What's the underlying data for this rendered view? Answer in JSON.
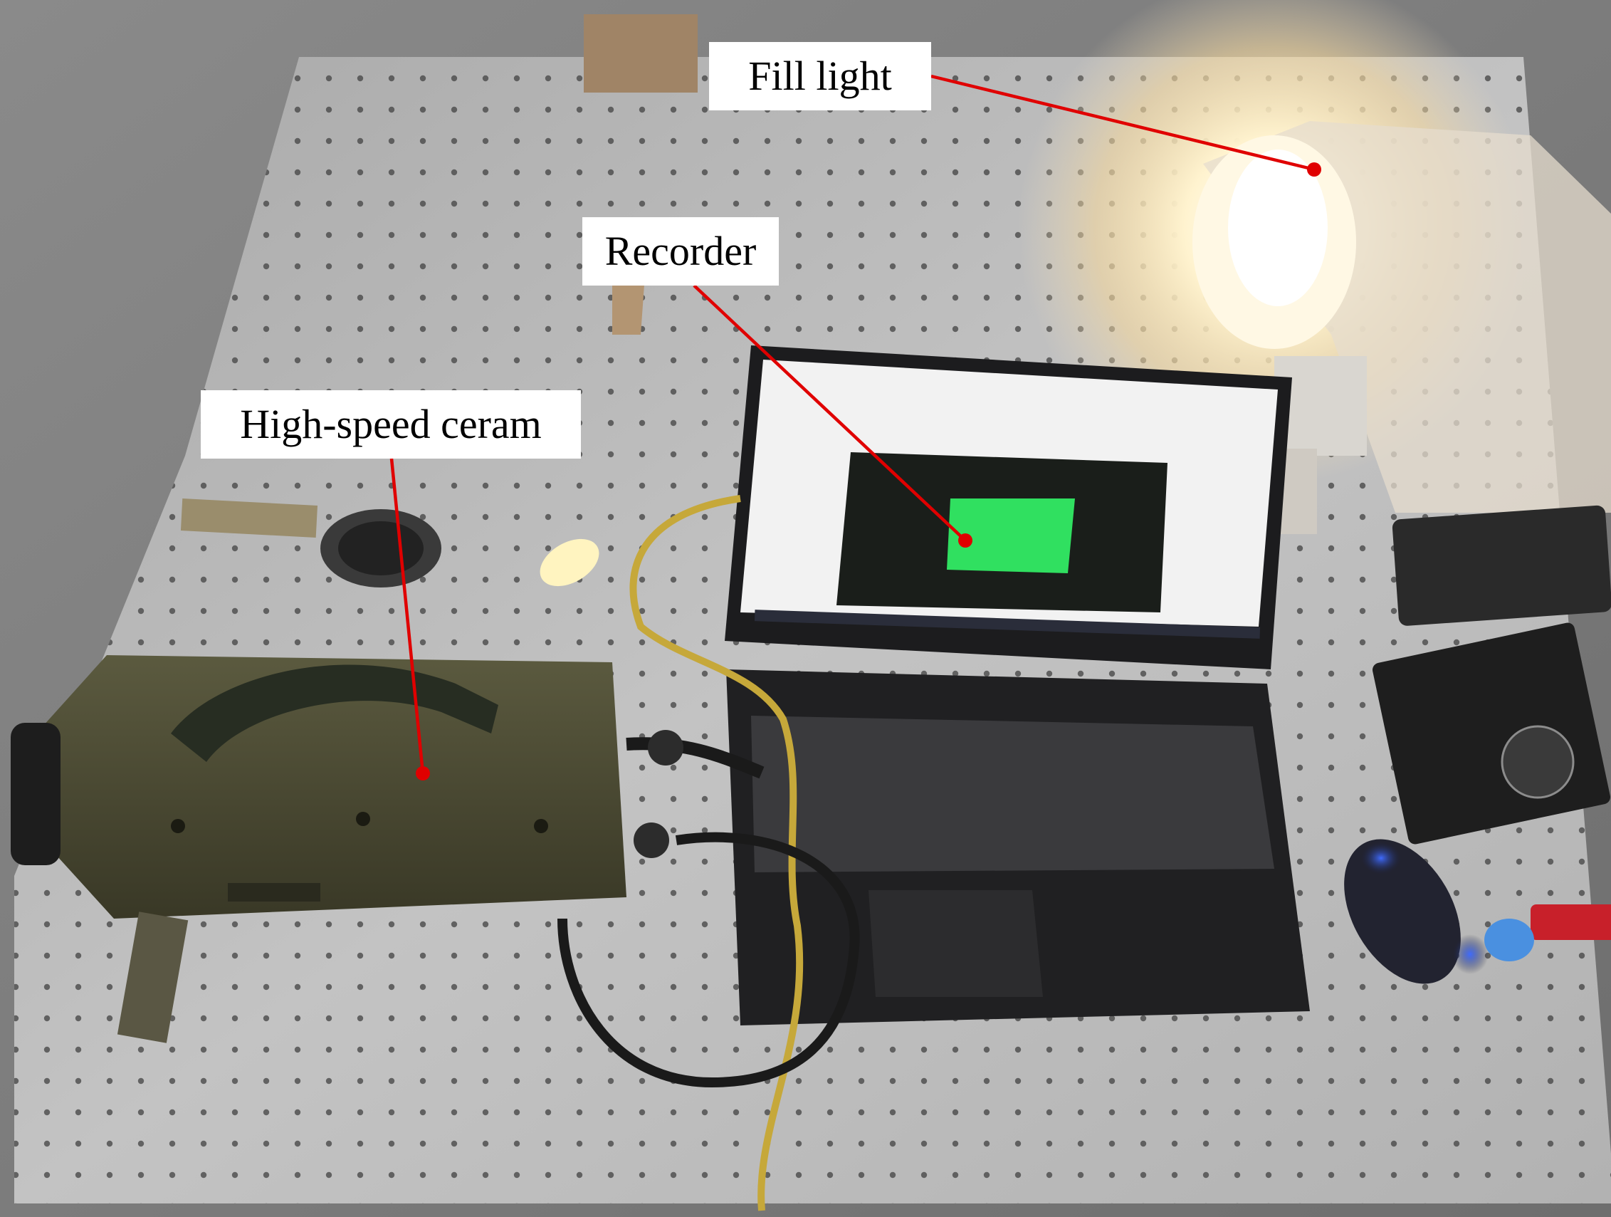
{
  "labels": {
    "fill_light": "Fill light",
    "recorder": "Recorder",
    "camera": "High-speed ceram"
  },
  "colors": {
    "leader_line": "#e00000",
    "label_background": "#ffffff",
    "table_surface": "#bcbcbc",
    "camera_body": "#4a4a33",
    "laptop_body": "#1c1c1e",
    "screen_green": "#30e060",
    "fill_light_glow": "#fff2c8"
  },
  "icons": {
    "leader_end": "red-dot-icon"
  }
}
